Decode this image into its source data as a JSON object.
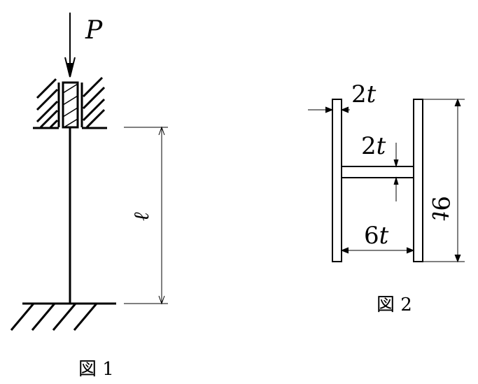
{
  "figure1": {
    "load_label": "P",
    "length_label": "ℓ",
    "caption": "図 1"
  },
  "figure2": {
    "flange_thickness_label": "2t",
    "web_thickness_label": "2t",
    "inner_width_label": "6t",
    "height_label": "9t",
    "caption": "図 2"
  }
}
